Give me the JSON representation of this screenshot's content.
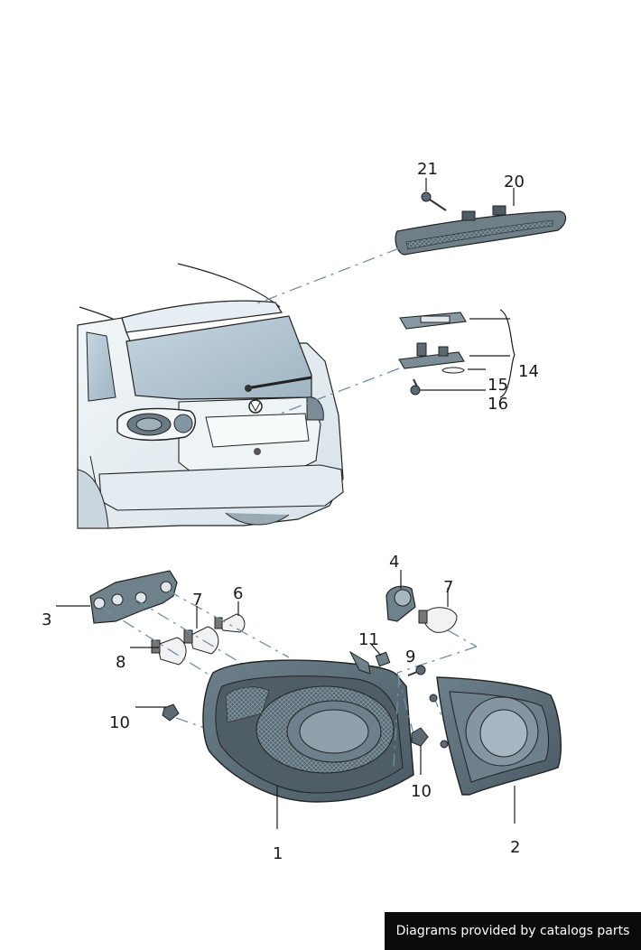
{
  "callouts": {
    "c1": "1",
    "c2": "2",
    "c3": "3",
    "c4": "4",
    "c6": "6",
    "c7a": "7",
    "c7b": "7",
    "c8": "8",
    "c9": "9",
    "c10a": "10",
    "c10b": "10",
    "c11": "11",
    "c14": "14",
    "c15": "15",
    "c16": "16",
    "c20": "20",
    "c21": "21"
  },
  "footer": {
    "text": "Diagrams provided by catalogs parts"
  },
  "colors": {
    "part_fill": "#5d6f7a",
    "part_dark": "#3f4c55",
    "car_fill": "#dfe9ef",
    "leader_dash": "#6f8fa3",
    "footer_bg": "#0b0b0b"
  }
}
